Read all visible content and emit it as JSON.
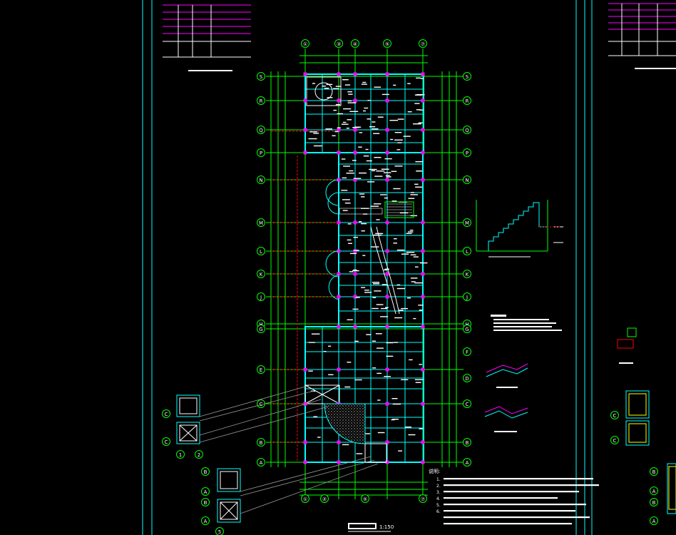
{
  "drawing": {
    "scale_label": "1:150",
    "notes_title": "说明:",
    "notes": [
      "1.",
      "2.",
      "3.",
      "4.",
      "5.",
      "6."
    ],
    "sheet_left_text": "",
    "axis_top": [
      "①",
      "③",
      "④",
      "⑤",
      "⑦"
    ],
    "axis_left": [
      "S",
      "R",
      "Q",
      "P",
      "N",
      "M",
      "L",
      "K",
      "J",
      "H",
      "G",
      "E",
      "C",
      "B",
      "A"
    ],
    "axis_right": [
      "S",
      "R",
      "Q",
      "P",
      "N",
      "M",
      "L",
      "K",
      "J",
      "H",
      "G",
      "F",
      "D",
      "C",
      "B",
      "A"
    ],
    "axis_bottom": [
      "①",
      "②",
      "⑤",
      "⑦"
    ],
    "detail_left_labels": [
      "C",
      "C",
      "1",
      "2",
      "B",
      "A",
      "B",
      "A",
      "5"
    ],
    "detail_right_labels": [
      "C",
      "C",
      "B",
      "A",
      "B",
      "A"
    ]
  },
  "colors": {
    "background": "#000000",
    "grid": "#00ff00",
    "beam": "#00ffff",
    "column": "#ff00ff",
    "dim": "#ff0000",
    "text": "#ffffff",
    "hatch": "#c0c0c0",
    "title_bar": "#ffffff"
  }
}
